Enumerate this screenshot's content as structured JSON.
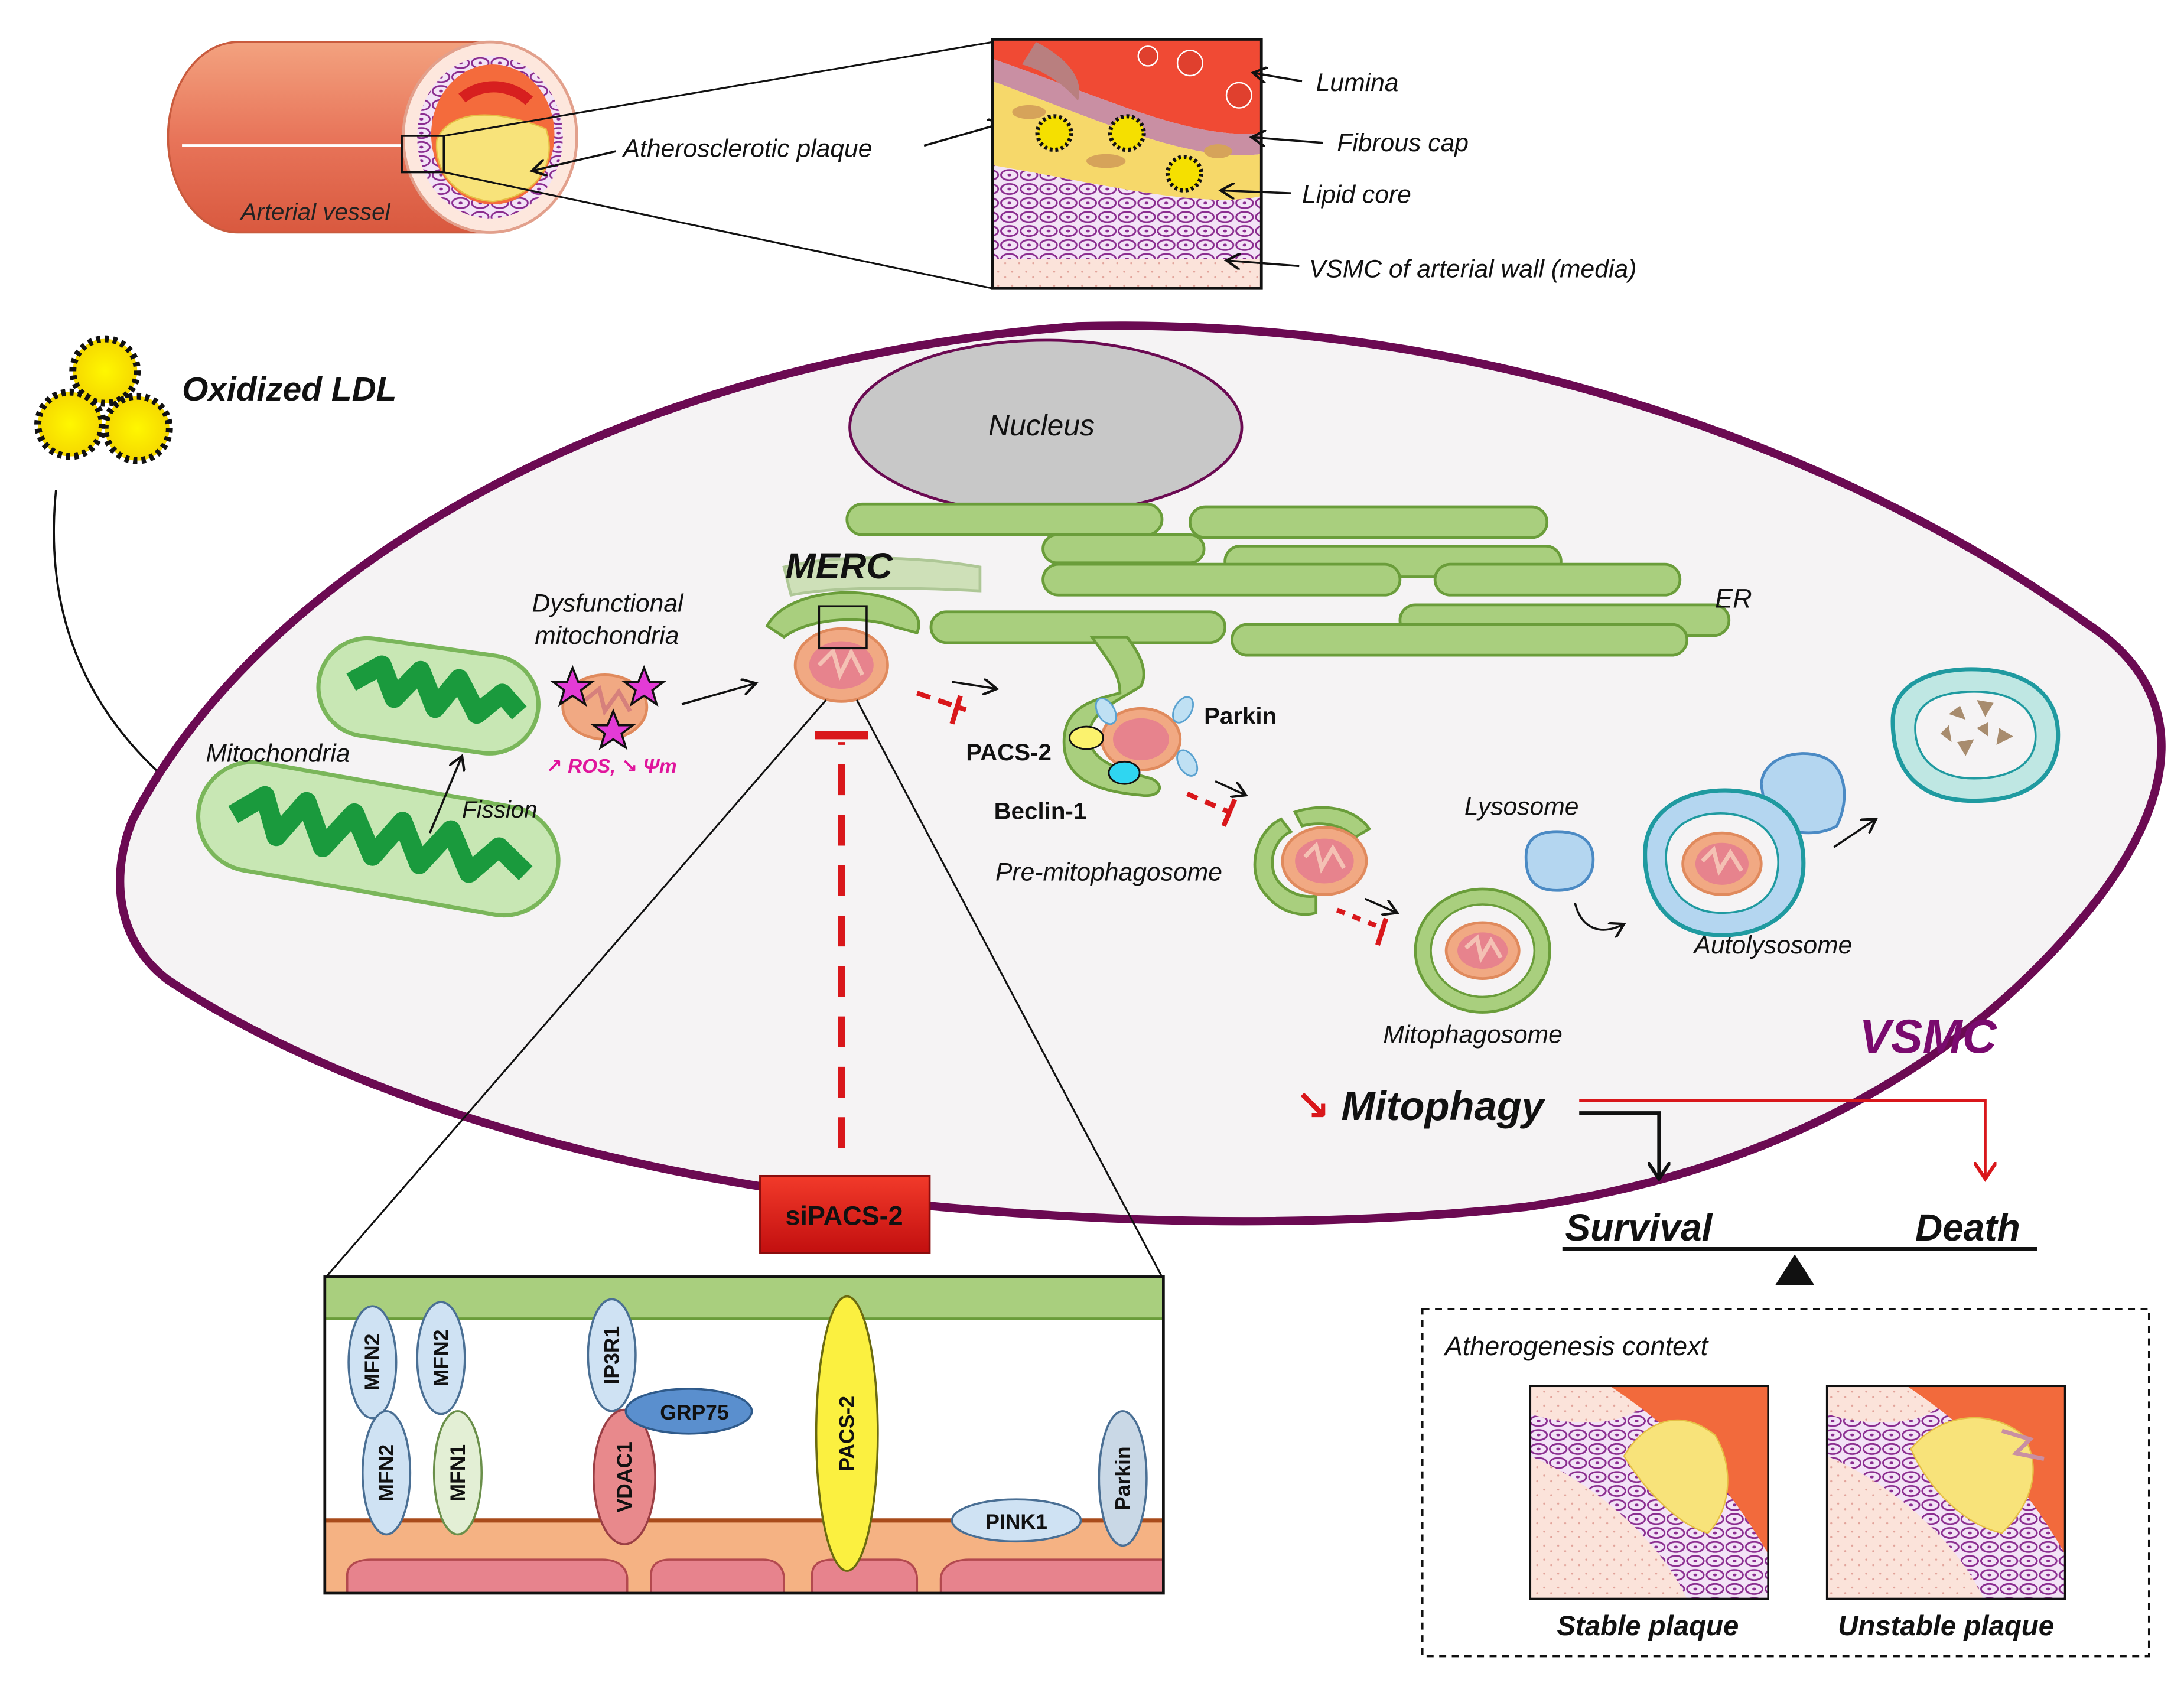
{
  "vessel": {
    "arterial_vessel": "Arterial vessel",
    "atherosclerotic_plaque": "Atherosclerotic plaque",
    "lumina": "Lumina",
    "fibrous_cap": "Fibrous cap",
    "lipid_core": "Lipid core",
    "vsmc_media": "VSMC of arterial wall (media)"
  },
  "cell": {
    "oxidized_ldl": "Oxidized LDL",
    "nucleus": "Nucleus",
    "merc": "MERC",
    "er": "ER",
    "dysfunctional_line1": "Dysfunctional",
    "dysfunctional_line2": "mitochondria",
    "mitochondria": "Mitochondria",
    "fission": "Fission",
    "ros_psi": "↗ ROS, ↘ Ψm",
    "parkin": "Parkin",
    "pacs2": "PACS-2",
    "beclin1": "Beclin-1",
    "pre_mitophagosome": "Pre-mitophagosome",
    "lysosome": "Lysosome",
    "autolysosome": "Autolysosome",
    "mitophagosome": "Mitophagosome",
    "vsmc": "VSMC",
    "mitophagy_arrow": "↘",
    "mitophagy": "Mitophagy",
    "sipacs2": "siPACS-2"
  },
  "outcome": {
    "survival": "Survival",
    "death": "Death",
    "context_title": "Atherogenesis context",
    "stable": "Stable plaque",
    "unstable": "Unstable plaque"
  },
  "zoom": {
    "mfn2_a": "MFN2",
    "mfn2_b": "MFN2",
    "mfn2_c": "MFN2",
    "mfn1": "MFN1",
    "ip3r1": "IP3R1",
    "grp75": "GRP75",
    "vdac1": "VDAC1",
    "pacs2": "PACS-2",
    "pink1": "PINK1",
    "parkin": "Parkin"
  },
  "colors": {
    "cell_border": "#6b0a52",
    "er_green": "#92c05a",
    "inhibit_red": "#d9171b",
    "vsmc_label": "#7a0a6e",
    "ros_magenta": "#e0159c"
  }
}
